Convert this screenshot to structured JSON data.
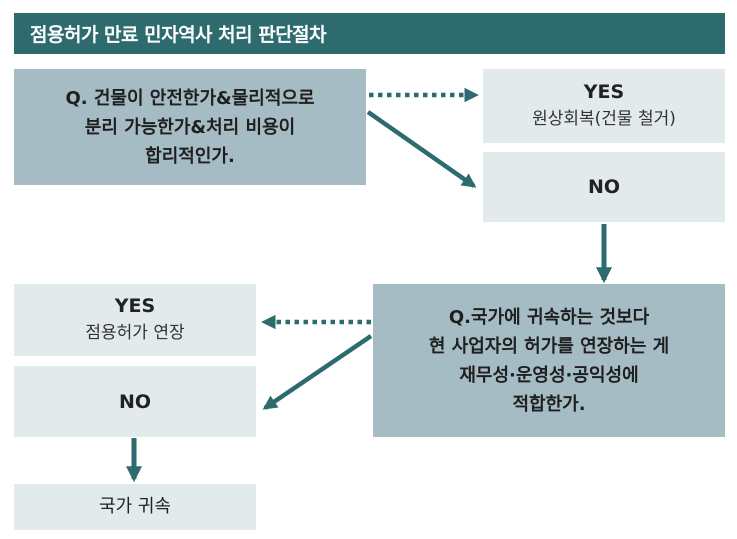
{
  "title": "점용허가 만료 민자역사 처리 판단절차",
  "q1": {
    "lines": [
      "Q. 건물이 안전한가&물리적으로",
      "분리 가능한가&처리 비용이",
      "합리적인가."
    ]
  },
  "q1_yes": {
    "label": "YES",
    "detail": "원상회복(건물 철거)"
  },
  "q1_no": {
    "label": "NO"
  },
  "q2": {
    "lines": [
      "Q.국가에 귀속하는 것보다",
      "현 사업자의 허가를 연장하는 게",
      "재무성·운영성·공익성에",
      "적합한가."
    ]
  },
  "q2_yes": {
    "label": "YES",
    "detail": "점용허가 연장"
  },
  "q2_no": {
    "label": "NO"
  },
  "final": {
    "label": "국가 귀속"
  },
  "colors": {
    "title_bg": "#2d6b6f",
    "question_bg": "#a6bcc5",
    "answer_bg": "#e3eaec",
    "arrow": "#2d6b6f"
  }
}
